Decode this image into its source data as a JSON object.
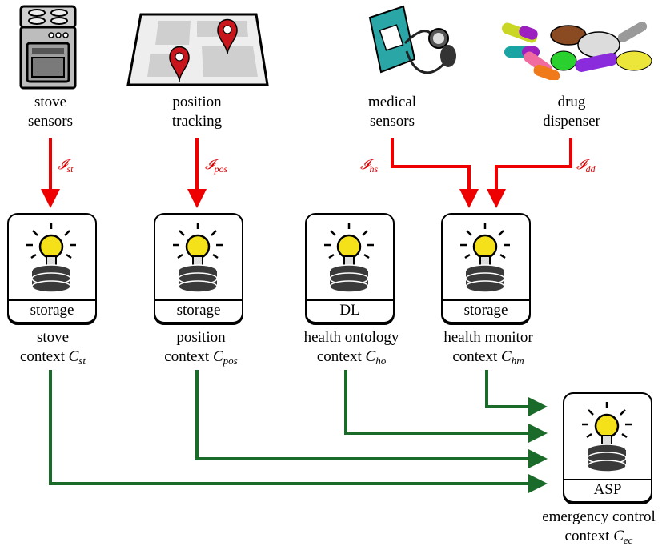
{
  "sources": [
    {
      "id": "stove",
      "label_line1": "stove",
      "label_line2": "sensors",
      "icon": "stove-icon"
    },
    {
      "id": "position",
      "label_line1": "position",
      "label_line2": "tracking",
      "icon": "map-pin-icon"
    },
    {
      "id": "medical",
      "label_line1": "medical",
      "label_line2": "sensors",
      "icon": "blood-pressure-monitor-icon"
    },
    {
      "id": "drug",
      "label_line1": "drug",
      "label_line2": "dispenser",
      "icon": "pills-icon"
    }
  ],
  "inputs": [
    {
      "symbol": "𝓘",
      "sub": "st"
    },
    {
      "symbol": "𝓘",
      "sub": "pos"
    },
    {
      "symbol": "𝓘",
      "sub": "hs"
    },
    {
      "symbol": "𝓘",
      "sub": "dd"
    }
  ],
  "contexts": [
    {
      "tag": "storage",
      "name_line1": "stove",
      "name_line2": "context",
      "symbol": "C",
      "sub": "st"
    },
    {
      "tag": "storage",
      "name_line1": "position",
      "name_line2": "context",
      "symbol": "C",
      "sub": "pos"
    },
    {
      "tag": "DL",
      "name_line1": "health ontology",
      "name_line2": "context",
      "symbol": "C",
      "sub": "ho"
    },
    {
      "tag": "storage",
      "name_line1": "health monitor",
      "name_line2": "context",
      "symbol": "C",
      "sub": "hm"
    }
  ],
  "emergency": {
    "tag": "ASP",
    "name_line1": "emergency control",
    "name_line2": "context",
    "symbol": "C",
    "sub": "ec"
  },
  "colors": {
    "input_arrow": "#ee0000",
    "bridge_arrow": "#1a6b2a",
    "bulb": "#f5e11a",
    "db": "#3a3a3a"
  }
}
